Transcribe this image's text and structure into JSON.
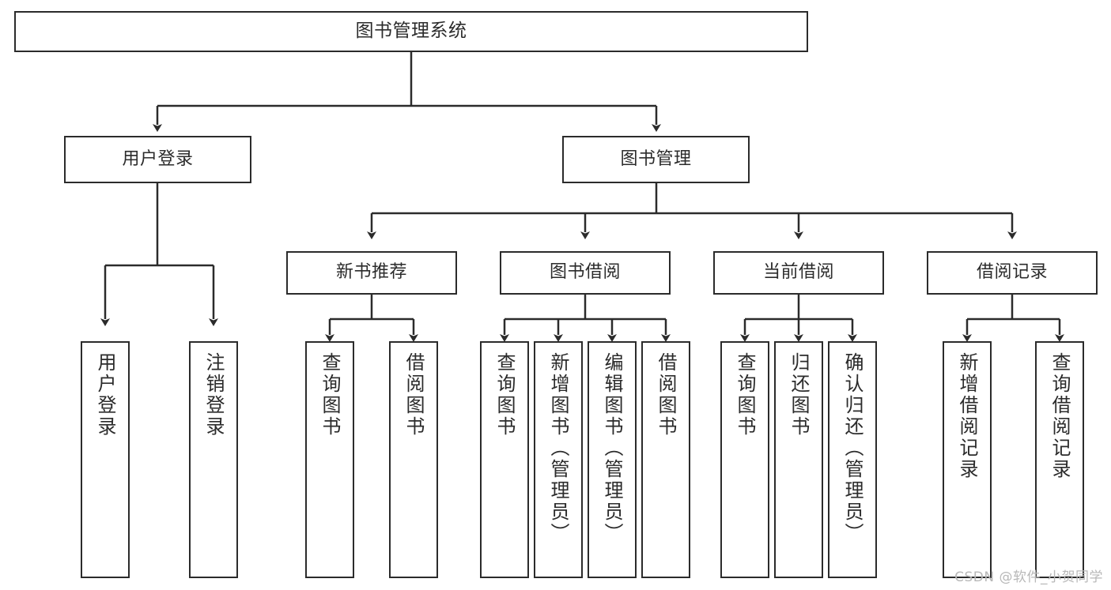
{
  "diagram": {
    "title": "图书管理系统",
    "type": "tree-hierarchy",
    "root": {
      "label": "图书管理系统"
    },
    "level2": [
      {
        "label": "用户登录"
      },
      {
        "label": "图书管理"
      }
    ],
    "level3": [
      {
        "label": "新书推荐"
      },
      {
        "label": "图书借阅"
      },
      {
        "label": "当前借阅"
      },
      {
        "label": "借阅记录"
      }
    ],
    "leaves": {
      "user_login": [
        {
          "label": "用户登录"
        },
        {
          "label": "注销登录"
        }
      ],
      "new_book_recommend": [
        {
          "label": "查询图书"
        },
        {
          "label": "借阅图书"
        }
      ],
      "book_borrow": [
        {
          "label": "查询图书"
        },
        {
          "label": "新增图书（管理员）"
        },
        {
          "label": "编辑图书（管理员）"
        },
        {
          "label": "借阅图书"
        }
      ],
      "current_borrow": [
        {
          "label": "查询图书"
        },
        {
          "label": "归还图书"
        },
        {
          "label": "确认归还（管理员）"
        }
      ],
      "borrow_record": [
        {
          "label": "新增借阅记录"
        },
        {
          "label": "查询借阅记录"
        }
      ]
    }
  },
  "watermark": {
    "text": "CSDN @软件_小贺同学"
  },
  "colors": {
    "stroke": "#2b2b2b",
    "background": "#ffffff",
    "watermark": "#b8b8b8"
  }
}
